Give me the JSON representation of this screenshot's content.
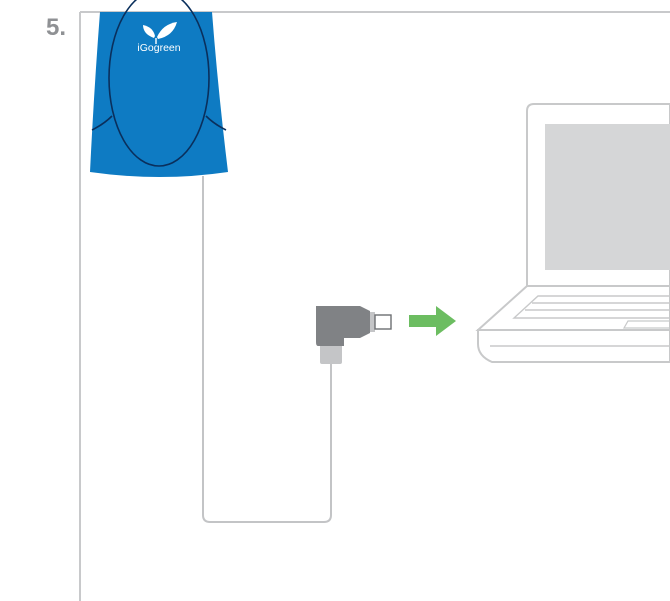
{
  "step": {
    "number_label": "5."
  },
  "adapter": {
    "brand_text_prefix": "iGo",
    "brand_text_suffix": "green",
    "body_color": "#0e7bc3",
    "logo_color": "#ffffff",
    "leaf_icon": "leaf-icon"
  },
  "connector": {
    "tip_icon": "right-angle-power-tip-icon",
    "body_color": "#808285",
    "collar_color": "#c4c5c7"
  },
  "arrow": {
    "icon": "arrow-right-icon",
    "color": "#6cbd61"
  },
  "laptop": {
    "icon": "laptop-icon",
    "screen_color": "#d5d6d7",
    "outline_color": "#c8c9ca"
  },
  "colors": {
    "frame_line": "#c8c9cb",
    "cable": "#c3c4c6",
    "step_number": "#8f9194"
  }
}
